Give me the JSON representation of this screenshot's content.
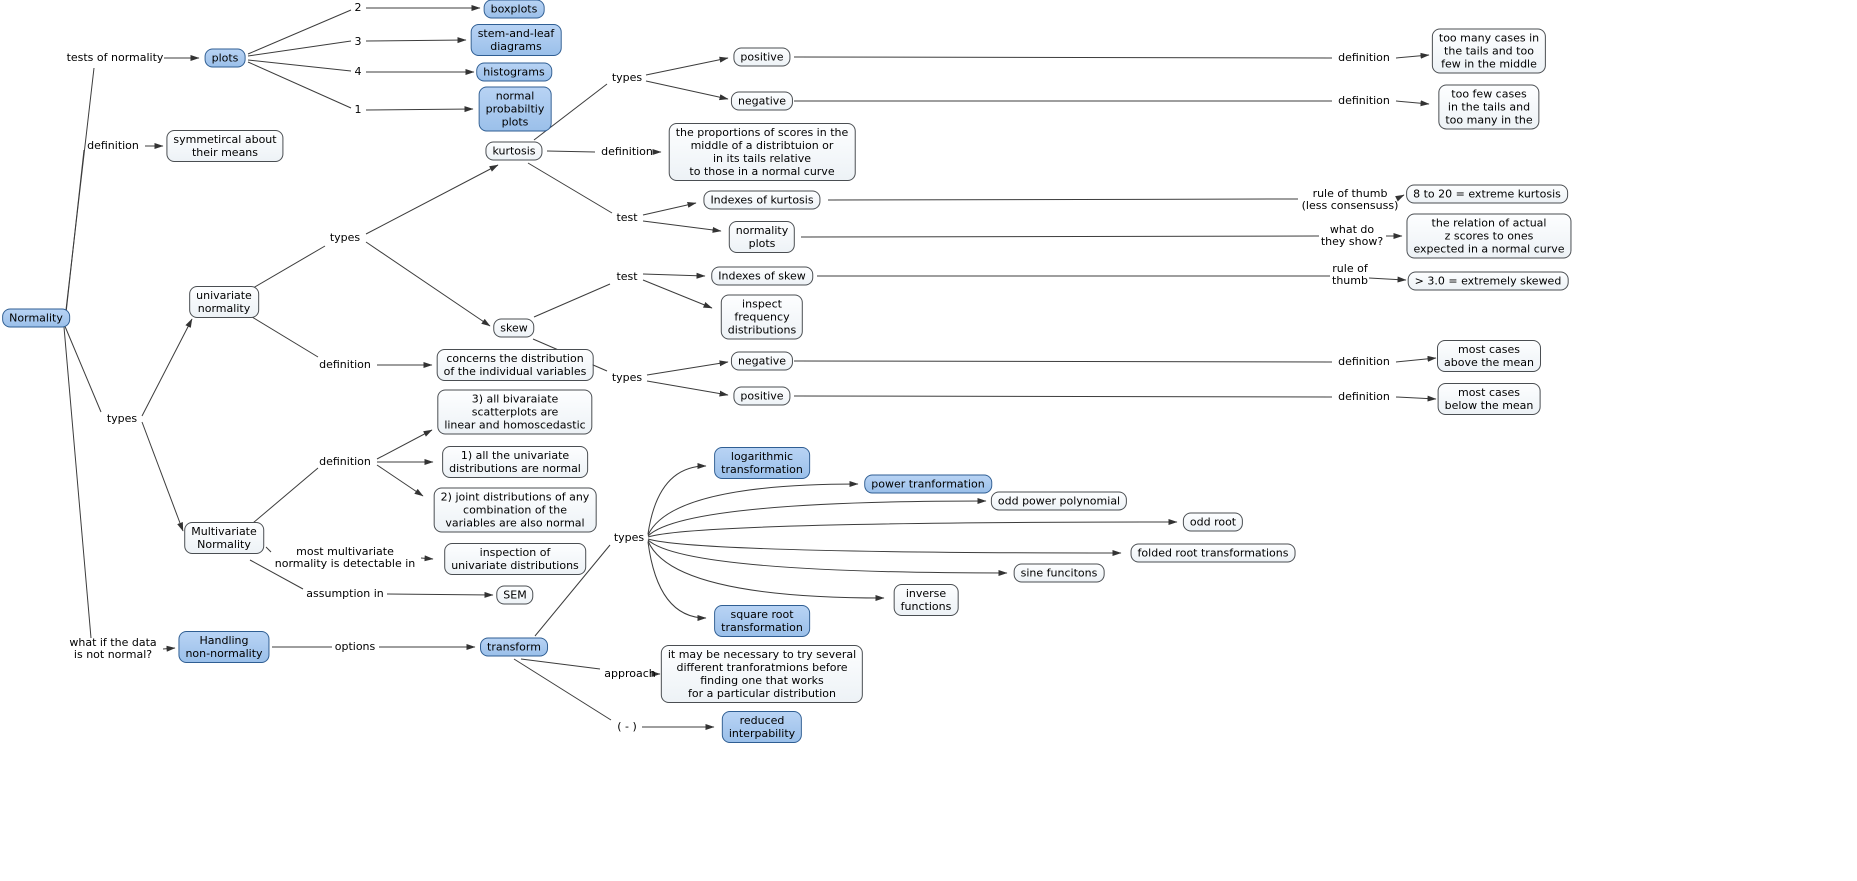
{
  "map_subject": "Normality",
  "colors": {
    "concept_fill": "#f2f6f9",
    "highlight_fill": "#a6c8f0",
    "highlight_border": "#2f5e93",
    "border": "#4a4e52",
    "line": "#3c3c3c"
  },
  "concepts": [
    {
      "label": "Normality"
    },
    {
      "label": "plots"
    },
    {
      "label": "boxplots"
    },
    {
      "label": "stem-and-leaf\ndiagrams"
    },
    {
      "label": "histograms"
    },
    {
      "label": "normal\nprobabiltiy\nplots"
    },
    {
      "label": "symmetircal about\ntheir means"
    },
    {
      "label": "univariate\nnormality"
    },
    {
      "label": "kurtosis"
    },
    {
      "label": "skew"
    },
    {
      "label": "positive"
    },
    {
      "label": "negative"
    },
    {
      "label": "the proportions of scores in the\nmiddle of a distribtuion or\nin its tails relative\nto those in a normal curve"
    },
    {
      "label": "Indexes of kurtosis"
    },
    {
      "label": "normality\nplots"
    },
    {
      "label": "Indexes of skew"
    },
    {
      "label": "inspect\nfrequency\ndistributions"
    },
    {
      "label": "negative"
    },
    {
      "label": "positive"
    },
    {
      "label": "too many cases in\nthe tails and too\nfew in the middle"
    },
    {
      "label": "too few cases\nin the tails and\ntoo many in the"
    },
    {
      "label": "8 to 20 = extreme kurtosis"
    },
    {
      "label": "the relation of actual\nz scores to ones\nexpected in a normal curve"
    },
    {
      "label": "> 3.0 = extremely skewed"
    },
    {
      "label": "most cases\nabove the mean"
    },
    {
      "label": "most cases\nbelow the mean"
    },
    {
      "label": "concerns the distribution\nof the individual variables"
    },
    {
      "label": "3) all bivaraiate\nscatterplots are\nlinear and homoscedastic"
    },
    {
      "label": "1) all the univariate\ndistributions are normal"
    },
    {
      "label": "2) joint distributions of any\ncombination of the\nvariables are also normal"
    },
    {
      "label": "Multivariate\nNormality"
    },
    {
      "label": "inspection of\nunivariate distributions"
    },
    {
      "label": "SEM"
    },
    {
      "label": "Handling\nnon-normality"
    },
    {
      "label": "transform"
    },
    {
      "label": "logarithmic\ntransformation"
    },
    {
      "label": "power tranformation"
    },
    {
      "label": "odd power polynomial"
    },
    {
      "label": "odd root"
    },
    {
      "label": "folded root transformations"
    },
    {
      "label": "sine funcitons"
    },
    {
      "label": "inverse\nfunctions"
    },
    {
      "label": "square root\ntransformation"
    },
    {
      "label": "it may be necessary to try several\ndifferent tranforatmions before\nfinding one that works\nfor a particular distribution"
    },
    {
      "label": "reduced\ninterpability"
    }
  ],
  "linking_phrases": [
    {
      "text": "tests of normality"
    },
    {
      "text": "2"
    },
    {
      "text": "3"
    },
    {
      "text": "4"
    },
    {
      "text": "1"
    },
    {
      "text": "definition"
    },
    {
      "text": "types"
    },
    {
      "text": "types"
    },
    {
      "text": "definition"
    },
    {
      "text": "types"
    },
    {
      "text": "test"
    },
    {
      "text": "test"
    },
    {
      "text": "types"
    },
    {
      "text": "definition"
    },
    {
      "text": "definition"
    },
    {
      "text": "rule of thumb\n(less consensuss)"
    },
    {
      "text": "what do\nthey show?"
    },
    {
      "text": "rule of\nthumb"
    },
    {
      "text": "definition"
    },
    {
      "text": "definition"
    },
    {
      "text": "definition"
    },
    {
      "text": "definition"
    },
    {
      "text": "most multivariate\nnormality is detectable in"
    },
    {
      "text": "assumption in"
    },
    {
      "text": "what if the data\nis not normal?"
    },
    {
      "text": "options"
    },
    {
      "text": "types"
    },
    {
      "text": "approach"
    },
    {
      "text": "( - )"
    }
  ]
}
